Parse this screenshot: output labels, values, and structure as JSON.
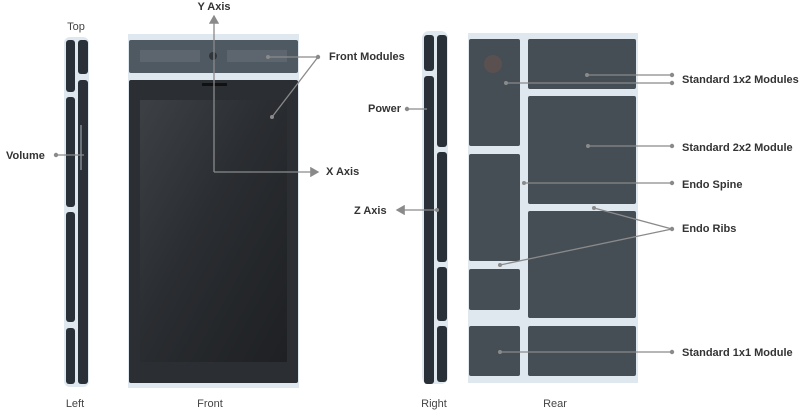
{
  "views": {
    "top": "Top",
    "left": "Left",
    "front": "Front",
    "right": "Right",
    "rear": "Rear"
  },
  "callouts": {
    "y_axis": "Y Axis",
    "x_axis": "X Axis",
    "z_axis": "Z Axis",
    "front_modules": "Front Modules",
    "volume": "Volume",
    "power": "Power",
    "standard_1x2": "Standard 1x2 Modules",
    "standard_2x2": "Standard 2x2 Module",
    "endo_spine": "Endo Spine",
    "endo_ribs": "Endo Ribs",
    "standard_1x1": "Standard 1x1 Module"
  },
  "colors": {
    "module": "#454d55",
    "rib": "#dfe7ef",
    "screen": "#2b2e32",
    "leader": "#8a8a8a"
  }
}
